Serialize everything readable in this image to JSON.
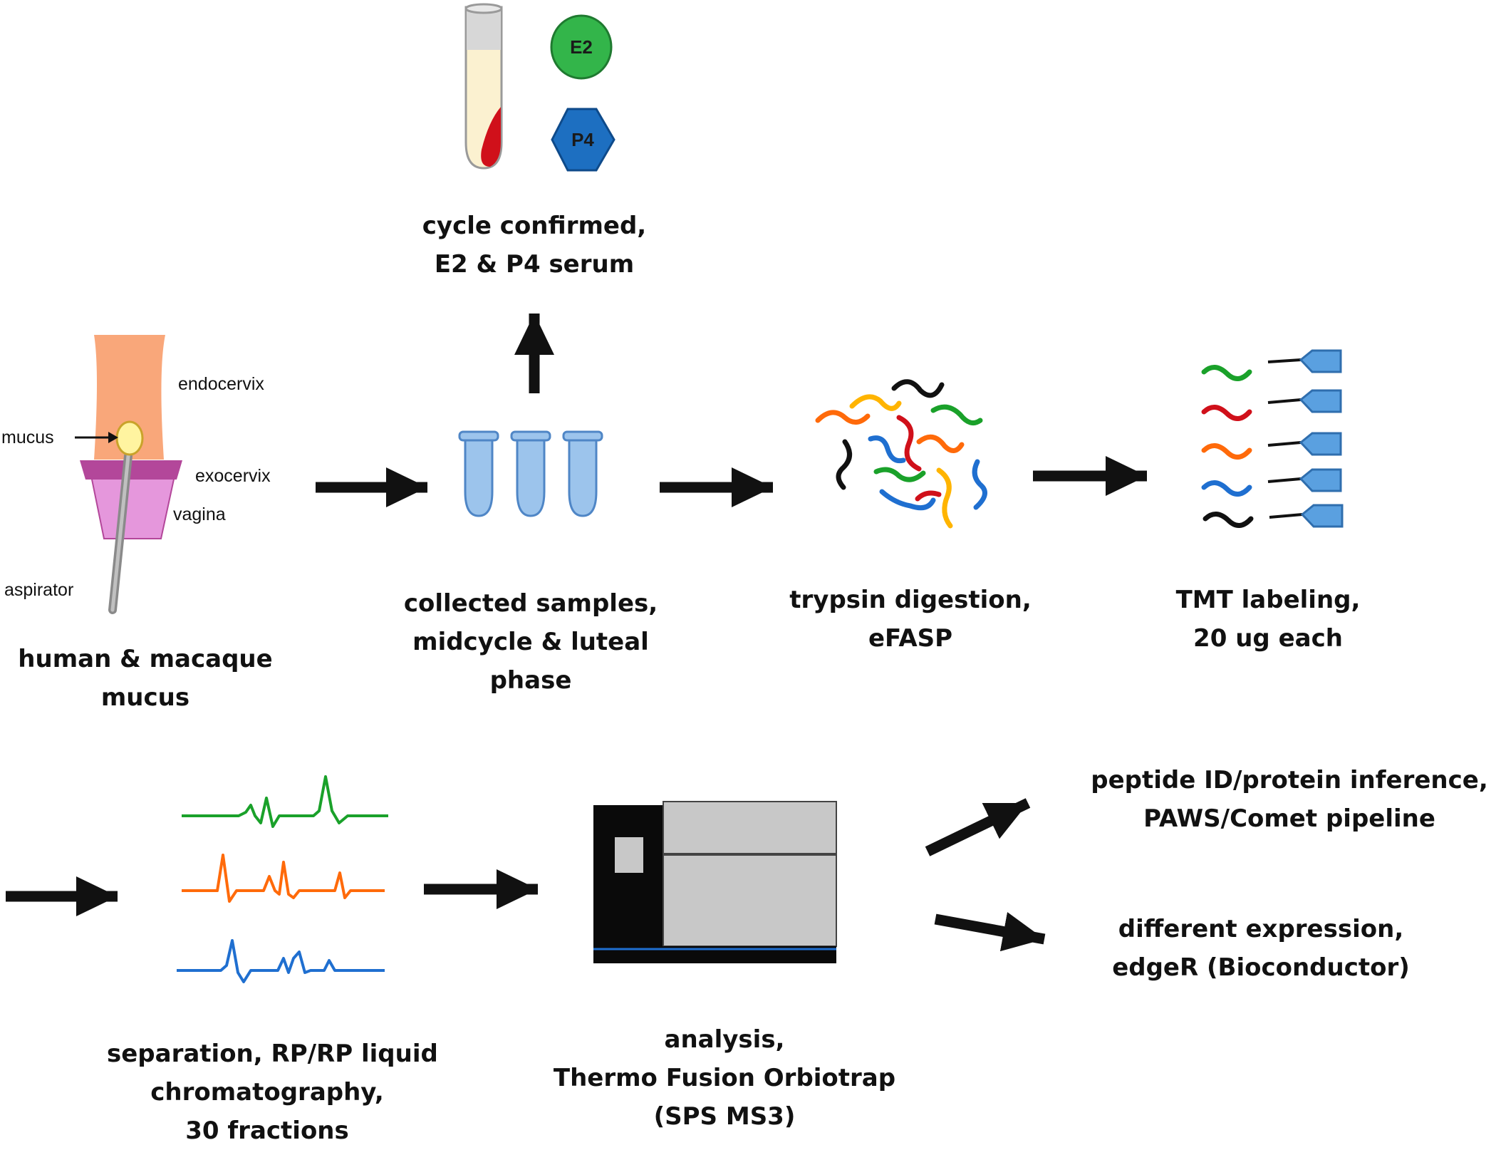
{
  "steps": {
    "collection": {
      "caption": [
        "human & macaque",
        "mucus"
      ],
      "parts": {
        "endocervix": "endocervix",
        "mucus": "mucus",
        "exocervix": "exocervix",
        "vagina": "vagina",
        "aspirator": "aspirator"
      }
    },
    "samples": {
      "caption": [
        "collected samples,",
        "midcycle & luteal",
        "phase"
      ]
    },
    "serum": {
      "caption": [
        "cycle confirmed,",
        "E2 & P4 serum"
      ],
      "hormones": [
        "E2",
        "P4"
      ]
    },
    "digestion": {
      "caption": [
        "trypsin digestion,",
        "eFASP"
      ]
    },
    "labeling": {
      "caption": [
        "TMT labeling,",
        "20 ug each"
      ]
    },
    "separation": {
      "caption": [
        "separation, RP/RP liquid",
        "chromatography,",
        "30 fractions"
      ]
    },
    "analysis": {
      "caption": [
        "analysis,",
        "Thermo Fusion Orbiotrap",
        "(SPS MS3)"
      ]
    },
    "identification": {
      "caption": [
        "peptide ID/protein inference,",
        "PAWS/Comet pipeline"
      ]
    },
    "expression": {
      "caption": [
        "different expression,",
        "edgeR (Bioconductor)"
      ]
    }
  },
  "colors": {
    "green": "#1aa12a",
    "red": "#d0101a",
    "orange": "#ff6a0a",
    "blue": "#1f6fd0",
    "black": "#111111",
    "yellow": "#ffb400",
    "tube_blue": "#9cc4ec",
    "tube_stroke": "#4f86c6",
    "tag_blue": "#5aa0e0",
    "endocervix": "#f9a77a",
    "exocervix": "#b3479a",
    "vagina": "#e597dc",
    "e2_green": "#33b54a",
    "p4_blue": "#1d6fc1",
    "instrument_grey": "#c8c8c8",
    "instrument_dark": "#0a0a0a"
  }
}
